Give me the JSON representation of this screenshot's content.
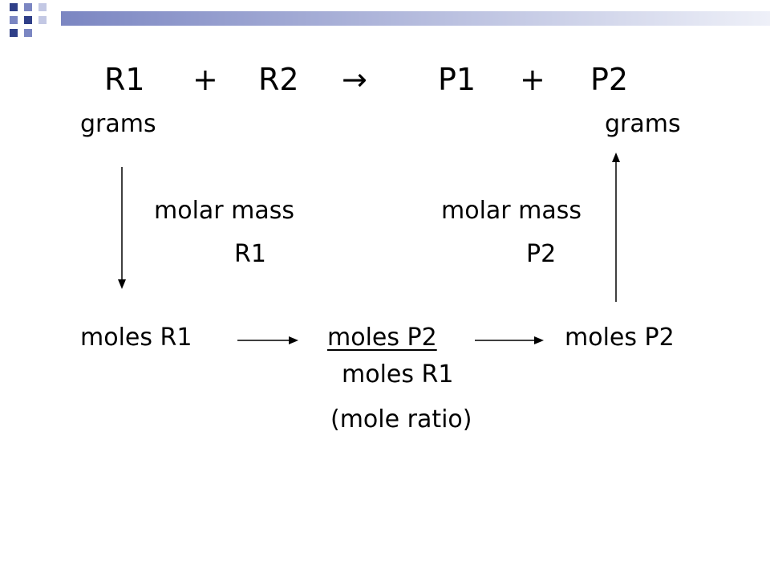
{
  "colors": {
    "square_dark": "#2f3f88",
    "square_mid": "#7b86c2",
    "square_light": "#c3c8e4",
    "stripe_start": "#7b86c2",
    "stripe_end": "#eef0f8"
  },
  "equation": {
    "r1": "R1",
    "plus1": "+",
    "r2": "R2",
    "arrow": "→",
    "p1": "P1",
    "plus2": "+",
    "p2": "P2"
  },
  "units": {
    "grams_left": "grams",
    "grams_right": "grams"
  },
  "conversions": {
    "molar_mass_left": "molar mass",
    "molar_mass_left_sub": "R1",
    "molar_mass_right": "molar mass",
    "molar_mass_right_sub": "P2"
  },
  "moles": {
    "left": "moles R1",
    "ratio_numerator": "moles P2",
    "ratio_denominator": "moles R1",
    "ratio_caption": "(mole ratio)",
    "right": "moles P2"
  }
}
